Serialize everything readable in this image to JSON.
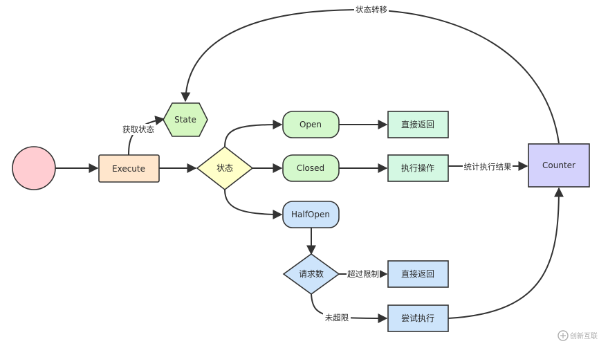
{
  "colors": {
    "start": "#ffcdd2",
    "execute": "#ffe6cc",
    "state": "#d5f7c0",
    "status": "#ffffc9",
    "open": "#d4f8cc",
    "closed": "#d4f8cc",
    "halfopen": "#cde4fb",
    "direct_return": "#d4f8e3",
    "execute_op": "#d4f8e3",
    "counter": "#d4d2fc",
    "request_count": "#cde4fb",
    "blue_box": "#cde4fb"
  },
  "nodes": {
    "execute": "Execute",
    "state": "State",
    "status": "状态",
    "open": "Open",
    "closed": "Closed",
    "halfopen": "HalfOpen",
    "direct_return_1": "直接返回",
    "execute_op": "执行操作",
    "counter": "Counter",
    "request_count": "请求数",
    "direct_return_2": "直接返回",
    "try_execute": "尝试执行"
  },
  "edges": {
    "state_transition": "状态转移",
    "get_state": "获取状态",
    "stat_result": "统计执行结果",
    "over_limit": "超过限制",
    "under_limit": "未超限"
  },
  "watermark": "创新互联"
}
